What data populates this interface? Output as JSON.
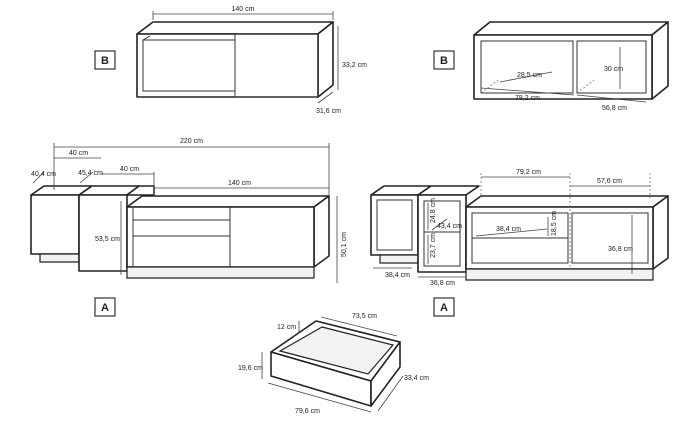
{
  "badges": {
    "top_left": "B",
    "top_right": "B",
    "mid_left": "A",
    "mid_right": "A"
  },
  "shelf_b_front": {
    "width": "140 cm",
    "height": "33,2 cm",
    "depth": "31,6 cm"
  },
  "shelf_b_inner": {
    "inner_height_small": "28,5 cm",
    "inner_height": "30 cm",
    "left_width": "78,2 cm",
    "right_width": "56,8 cm"
  },
  "tv_a_front": {
    "total": "220 cm",
    "cab1_width": "40 cm",
    "cab1_depth": "40,4 cm",
    "step_depth": "45,4 cm",
    "cab2_width": "40 cm",
    "cab3_width": "140 cm",
    "height_low": "53,5 cm",
    "height_total": "50,1 cm"
  },
  "tv_a_inner": {
    "w1": "79,2 cm",
    "w2": "57,6 cm",
    "h_top": "24,8 cm",
    "shelf_depth": "43,4 cm",
    "h_bottom": "23,7 cm",
    "drawer_w": "38,4 cm",
    "drawer_h": "18,5 cm",
    "base_w1": "38,4 cm",
    "base_w2": "36,8 cm",
    "right_h": "36,8 cm"
  },
  "drawer": {
    "inner_width": "73,5 cm",
    "inner_height": "12 cm",
    "front_height": "19,6 cm",
    "depth": "33,4 cm",
    "front_width": "79,6 cm"
  }
}
